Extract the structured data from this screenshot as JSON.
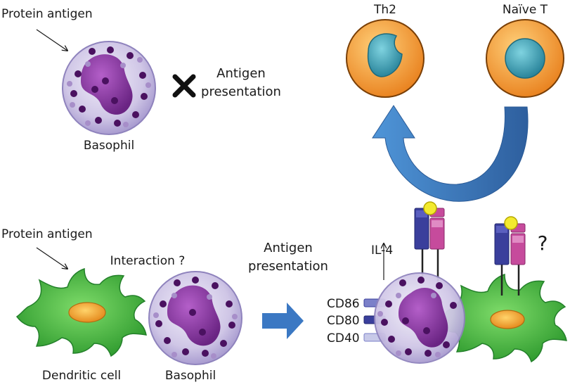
{
  "labels": {
    "protein_antigen_top": "Protein antigen",
    "basophil_top": "Basophil",
    "antigen_top_l1": "Antigen",
    "antigen_top_l2": "presentation",
    "th2": "Th2",
    "naive_t": "Naïve T",
    "protein_antigen_bottom": "Protein antigen",
    "interaction": "Interaction ?",
    "antigen_bottom_l1": "Antigen",
    "antigen_bottom_l2": "presentation",
    "il4": "IL-4",
    "cd86": "CD86",
    "cd80": "CD80",
    "cd40": "CD40",
    "dendritic_cell": "Dendritic cell",
    "basophil_bottom": "Basophil",
    "question_mark": "?"
  },
  "symbols": {
    "no_presentation_mark": "cross-icon"
  },
  "colors": {
    "basophil_fill": "#c9bfe0",
    "basophil_nucleus": "#7a2f93",
    "granule_dark": "#4a1160",
    "granule_light": "#a78ec9",
    "dendritic_green": "#3fb53a",
    "dendritic_nucleus": "#f1a640",
    "tcell_orange": "#f0922a",
    "tcell_nucleus": "#2f9bb0",
    "arrow_blue": "#3b78c3",
    "mhc_blue": "#3a3f9c",
    "mhc_pink": "#c64b9c",
    "antigen_yellow": "#f3ea2e"
  }
}
